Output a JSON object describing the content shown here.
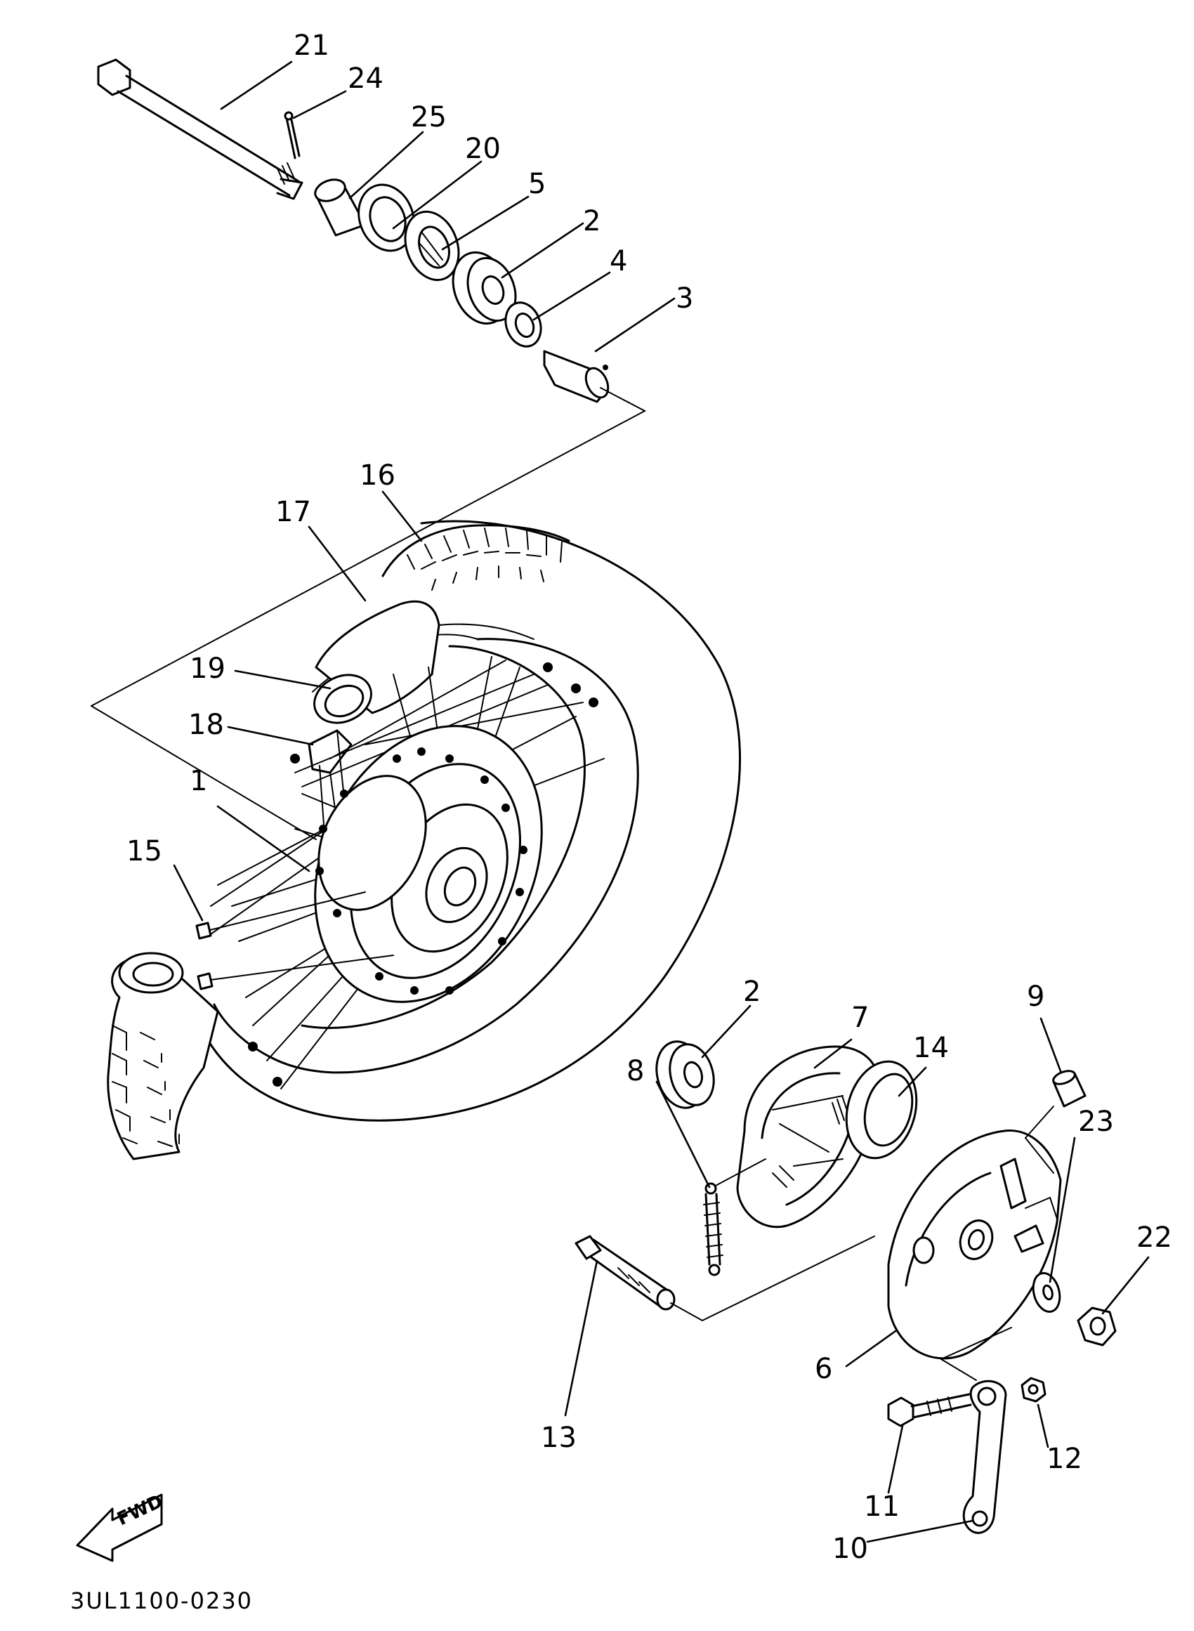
{
  "diagram_code": "3UL1100-0230",
  "direction_label": "FWD",
  "callouts": {
    "c1": "1",
    "c2a": "2",
    "c2b": "2",
    "c3": "3",
    "c4": "4",
    "c5": "5",
    "c6": "6",
    "c7": "7",
    "c8": "8",
    "c9": "9",
    "c10": "10",
    "c11": "11",
    "c12": "12",
    "c13": "13",
    "c14": "14",
    "c15": "15",
    "c16": "16",
    "c17": "17",
    "c18": "18",
    "c19": "19",
    "c20": "20",
    "c21": "21",
    "c22": "22",
    "c23": "23",
    "c24": "24",
    "c25": "25"
  }
}
